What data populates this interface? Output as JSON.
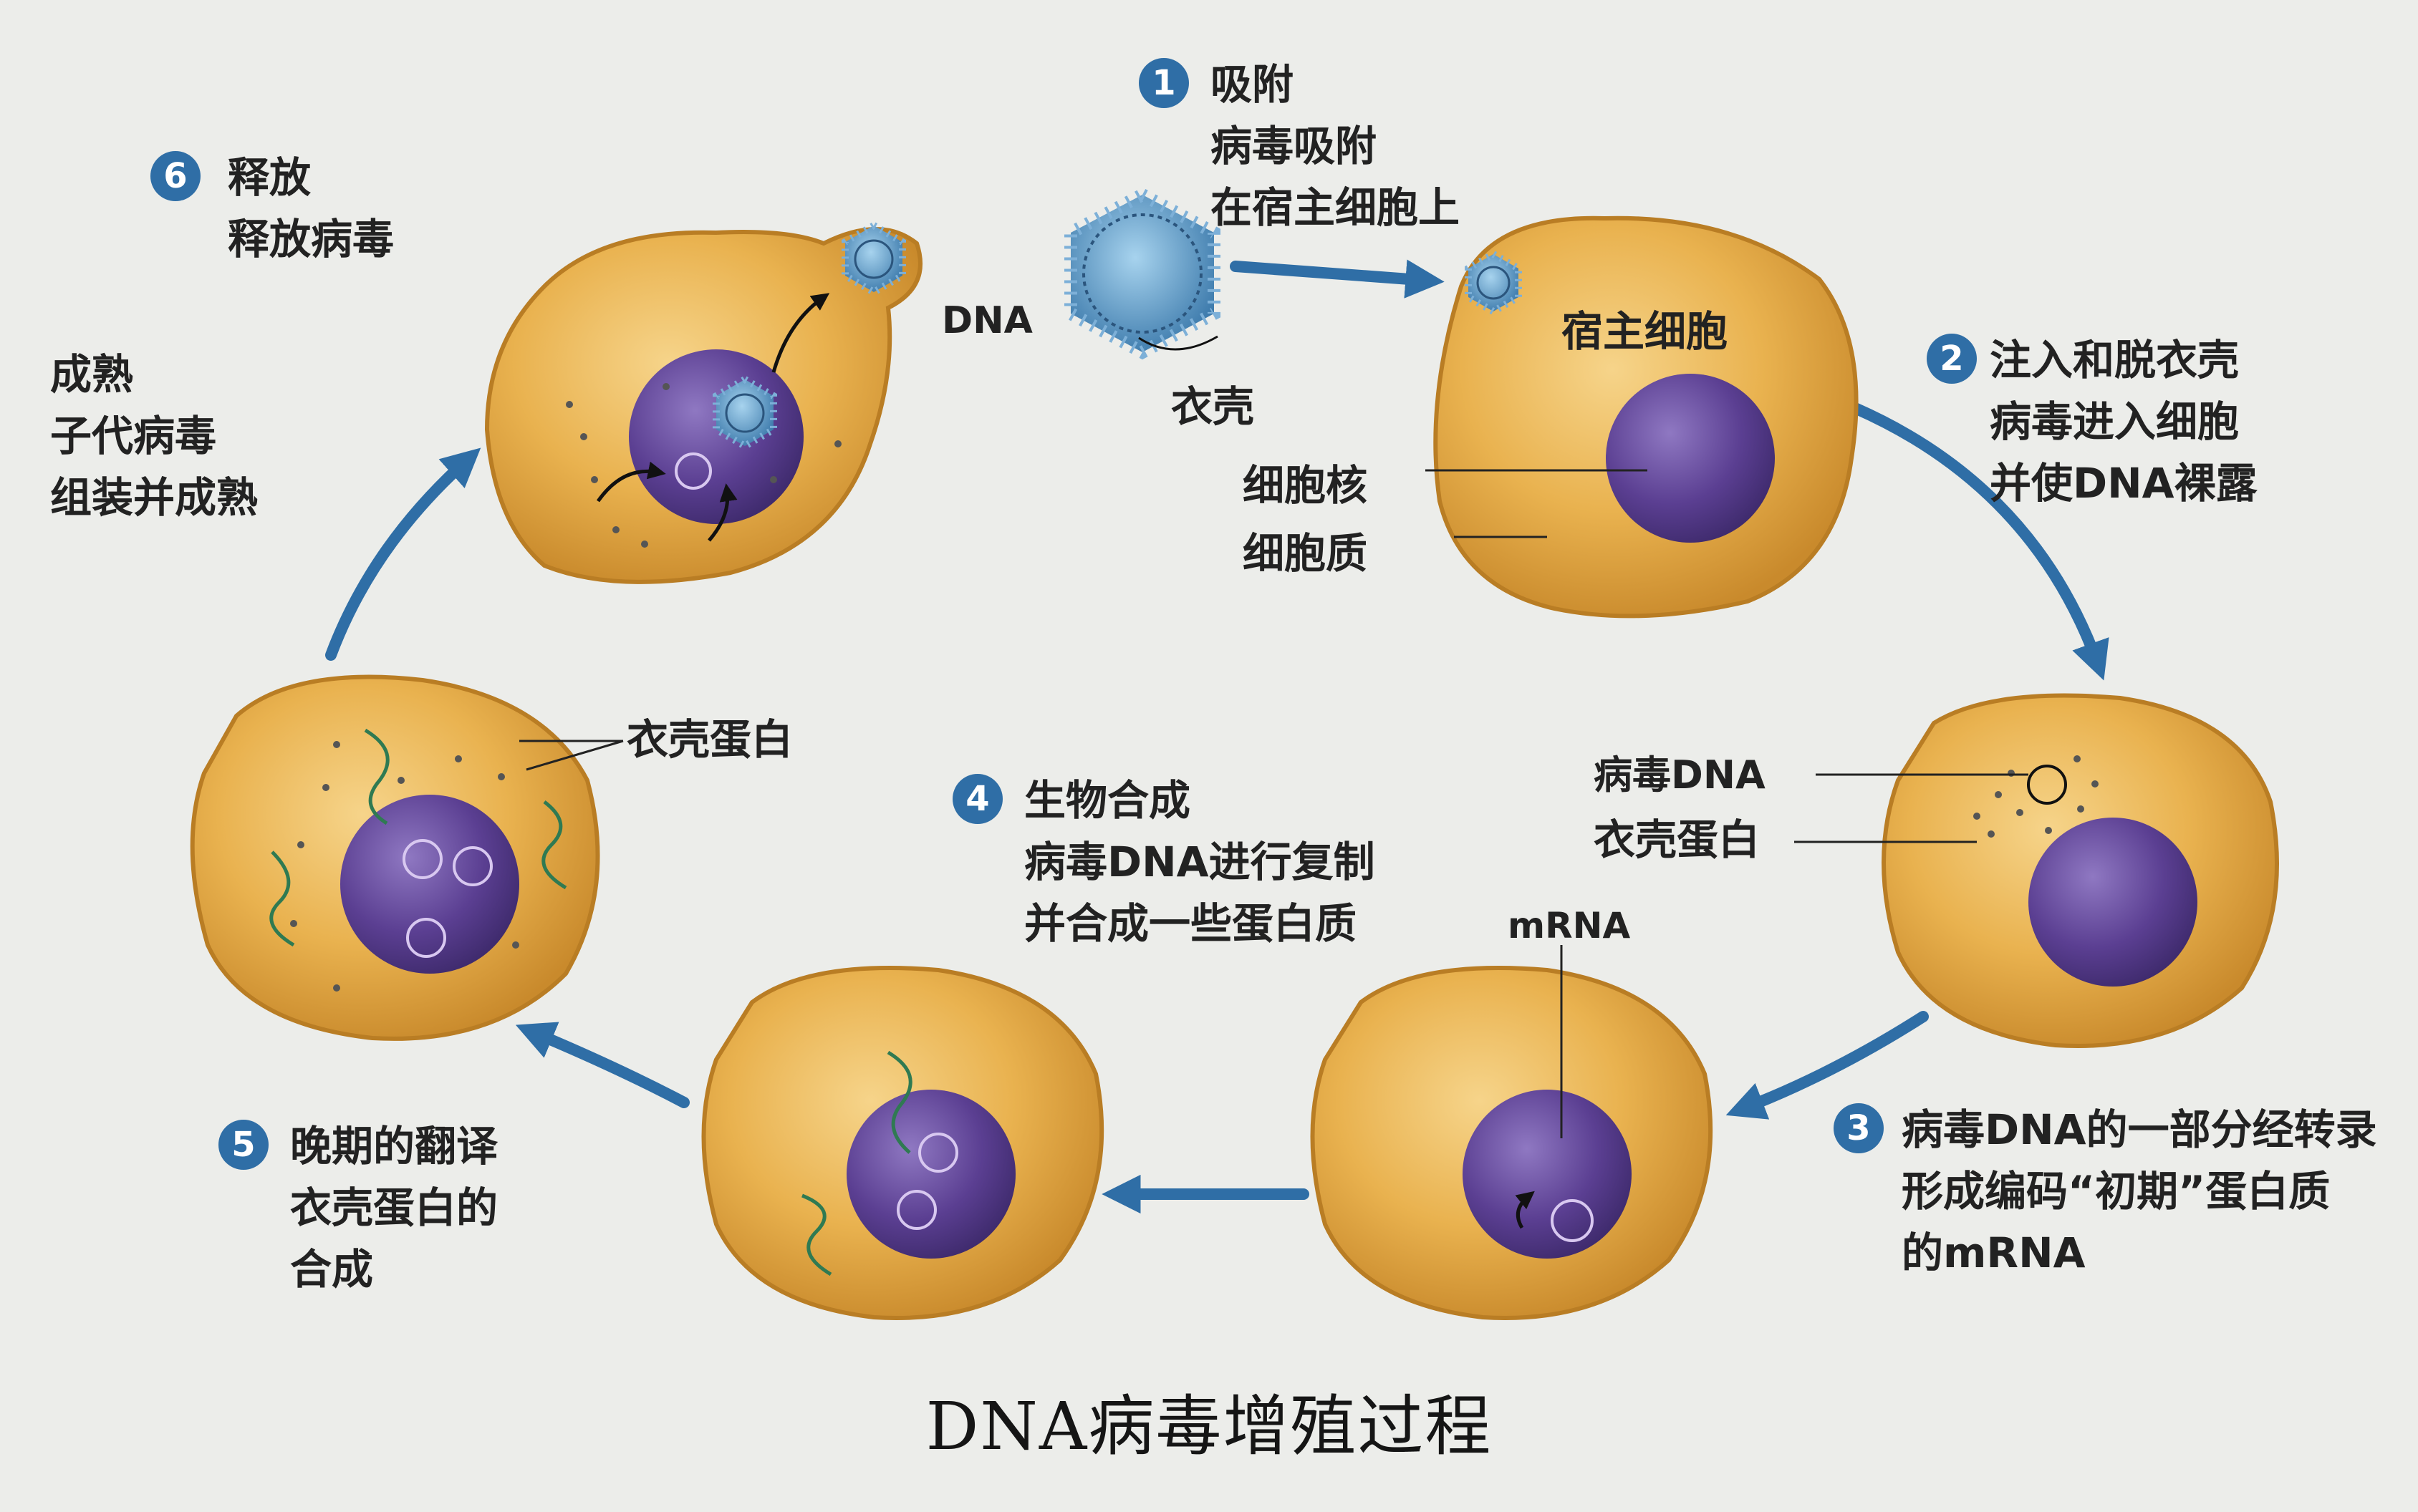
{
  "caption": "DNA病毒增殖过程",
  "steps": [
    {
      "num": "1",
      "title": "吸附",
      "lines": [
        "病毒吸附",
        "在宿主细胞上"
      ]
    },
    {
      "num": "2",
      "title": "注入和脱衣壳",
      "lines": [
        "病毒进入细胞",
        "并使DNA裸露"
      ]
    },
    {
      "num": "3",
      "title": "病毒DNA的一部分经转录",
      "lines": [
        "形成编码“初期”蛋白质",
        "的mRNA"
      ]
    },
    {
      "num": "4",
      "title": "生物合成",
      "lines": [
        "病毒DNA进行复制",
        "并合成一些蛋白质"
      ]
    },
    {
      "num": "5",
      "title": "晚期的翻译",
      "lines": [
        "衣壳蛋白的",
        "合成"
      ]
    },
    {
      "num": "6",
      "title": "释放",
      "lines": [
        "释放病毒"
      ]
    }
  ],
  "maturation_label": {
    "lines": [
      "成熟",
      "子代病毒",
      "组装并成熟"
    ]
  },
  "parts": {
    "dna": "DNA",
    "capsid": "衣壳",
    "host_cell": "宿主细胞",
    "nucleus": "细胞核",
    "cytoplasm": "细胞质",
    "viral_dna": "病毒DNA",
    "capsid_protein": "衣壳蛋白",
    "mrna": "mRNA",
    "capsid_protein_late": "衣壳蛋白"
  },
  "colors": {
    "cell_fill": "#e7ac45",
    "cell_edge": "#c8882a",
    "nucleus": "#5a3f8c",
    "arrow": "#2f6ea6",
    "virus": "#5b8fbf",
    "mrna_strand": "#2f7a52"
  }
}
